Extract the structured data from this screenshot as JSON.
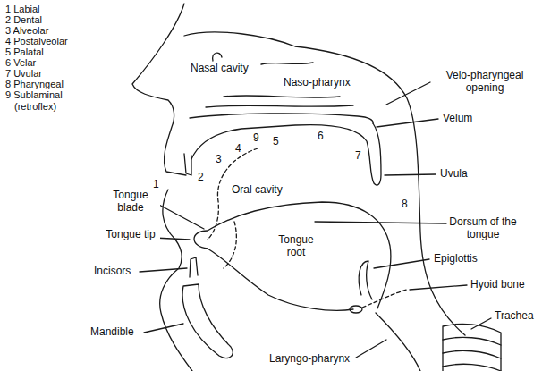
{
  "diagram": {
    "labels": [
      "1 Labial",
      "2 Dental",
      "3 Alveolar",
      "4 Postalveolar",
      "5 Palatal",
      "6 Velar",
      "7 Uvular",
      "8 Pharyngeal",
      "9 Sublaminal (retroflex)",
      "Nasal cavity",
      "Naso-pharynx",
      "Velo-pharyngeal opening",
      "Velum",
      "Uvula",
      "1",
      "2",
      "3",
      "4",
      "5",
      "6",
      "7",
      "9",
      "8",
      "Tongue blade",
      "Oral cavity",
      "Dorsum of the tongue",
      "Tongue tip",
      "Tongue root",
      "Epiglottis",
      "Incisors",
      "Hyoid bone",
      "Mandible",
      "Trachea",
      "Laryngo-pharynx"
    ]
  }
}
